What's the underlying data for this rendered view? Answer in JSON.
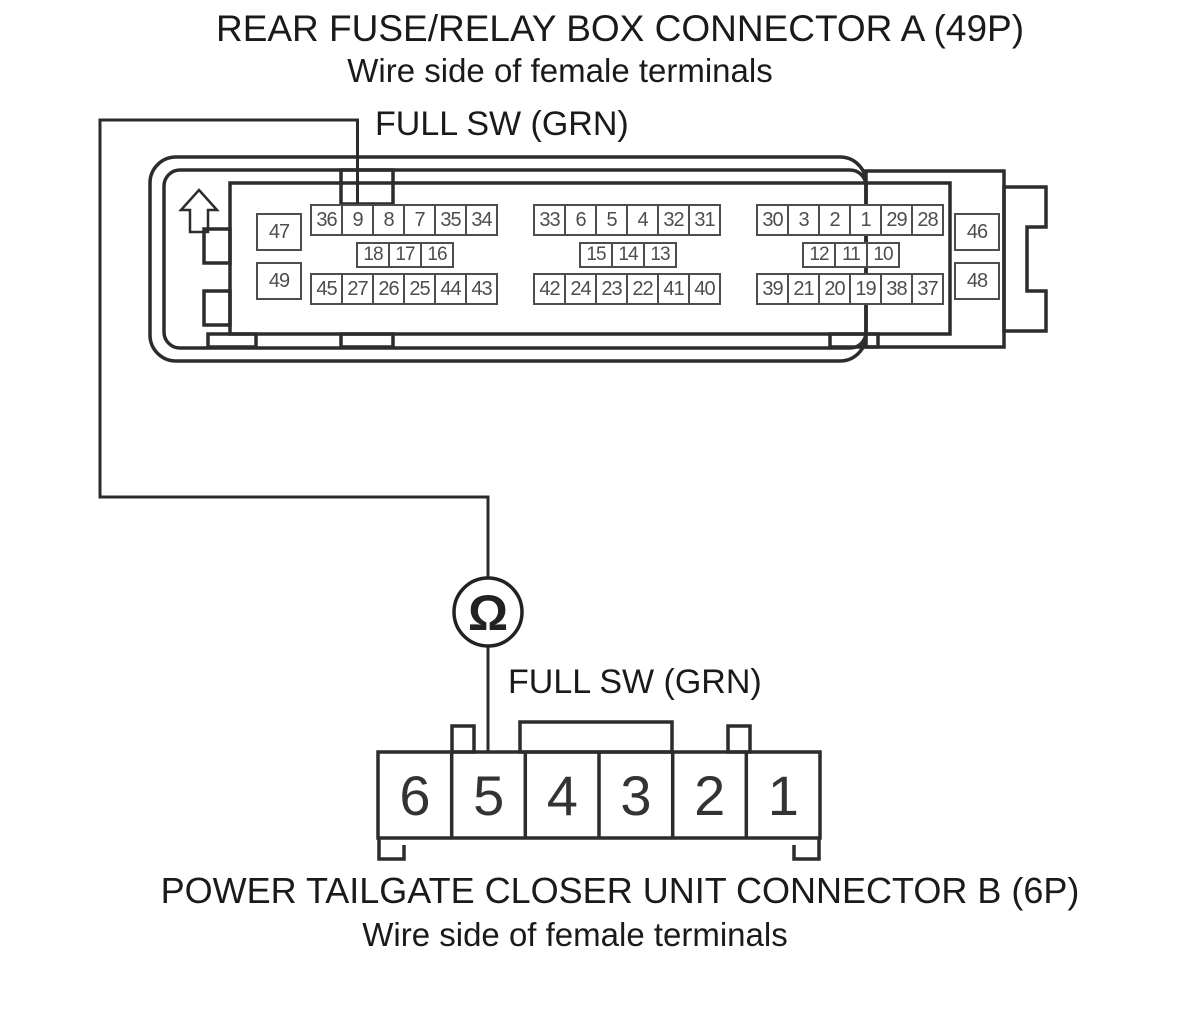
{
  "page": {
    "top_title": "REAR FUSE/RELAY BOX CONNECTOR A (49P)",
    "top_subtitle": "Wire side of female terminals",
    "bottom_title": "POWER TAILGATE CLOSER UNIT CONNECTOR B (6P)",
    "bottom_subtitle": "Wire side of female terminals"
  },
  "wire": {
    "label_top": "FULL SW (GRN)",
    "label_bottom": "FULL SW (GRN)",
    "ohmmeter_symbol": "Ω"
  },
  "connector_a": {
    "left_pins": [
      "47",
      "49"
    ],
    "right_pins": [
      "46",
      "48"
    ],
    "groups": [
      {
        "top": [
          "36",
          "9",
          "8",
          "7",
          "35",
          "34"
        ],
        "mid": [
          "18",
          "17",
          "16"
        ],
        "bottom": [
          "45",
          "27",
          "26",
          "25",
          "44",
          "43"
        ]
      },
      {
        "top": [
          "33",
          "6",
          "5",
          "4",
          "32",
          "31"
        ],
        "mid": [
          "15",
          "14",
          "13"
        ],
        "bottom": [
          "42",
          "24",
          "23",
          "22",
          "41",
          "40"
        ]
      },
      {
        "top": [
          "30",
          "3",
          "2",
          "1",
          "29",
          "28"
        ],
        "mid": [
          "12",
          "11",
          "10"
        ],
        "bottom": [
          "39",
          "21",
          "20",
          "19",
          "38",
          "37"
        ]
      }
    ]
  },
  "connector_b": {
    "pins": [
      "6",
      "5",
      "4",
      "3",
      "2",
      "1"
    ]
  }
}
